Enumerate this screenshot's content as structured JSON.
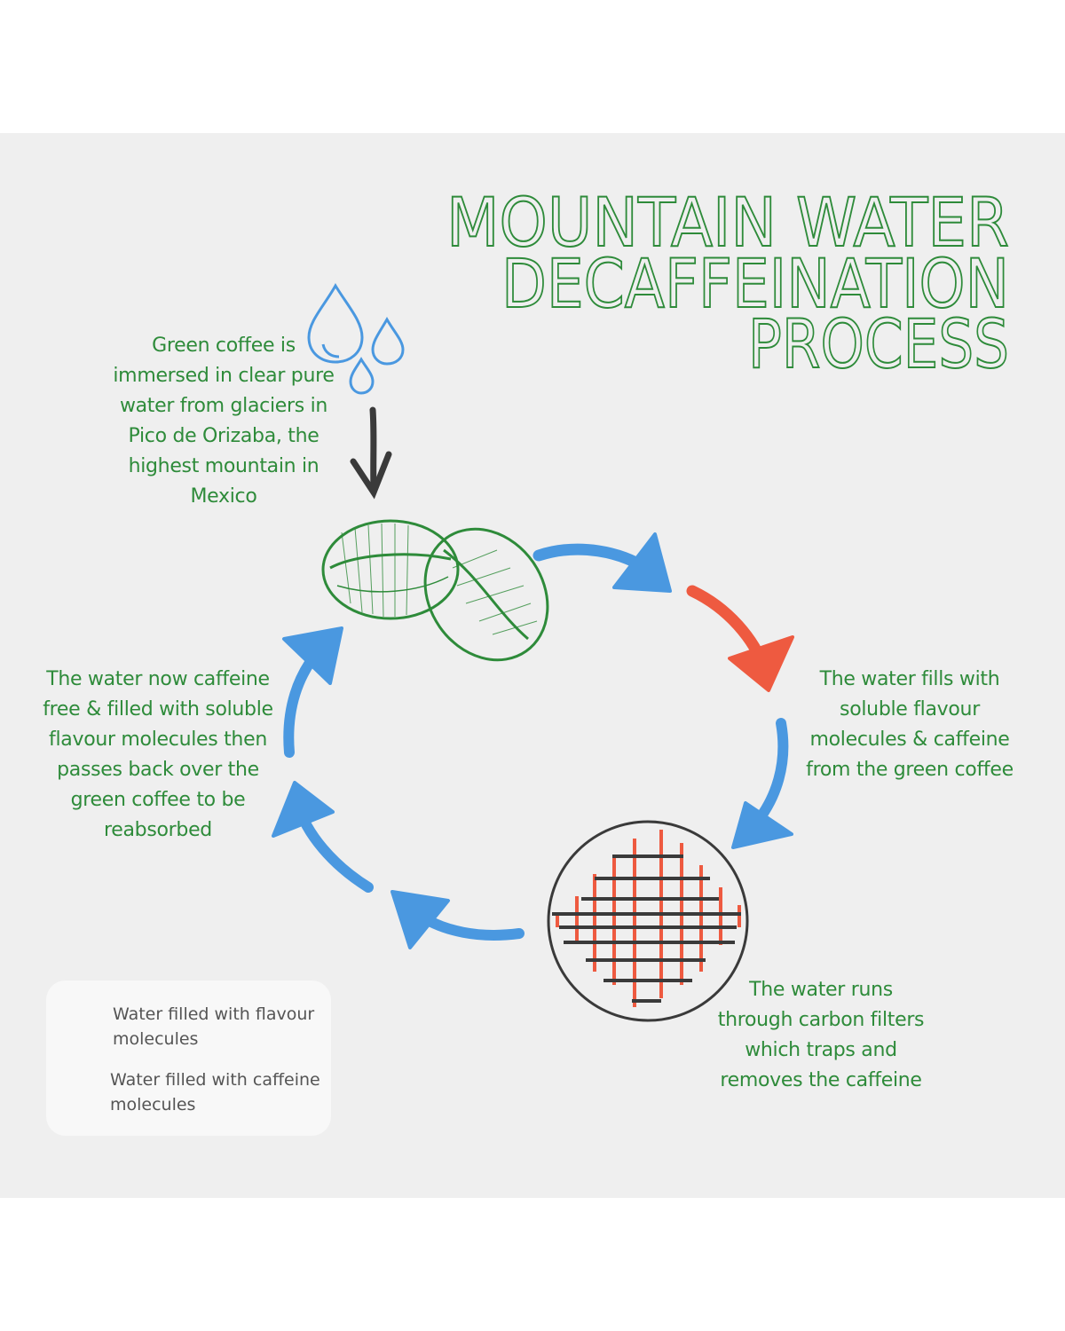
{
  "title": {
    "lines": [
      "MOUNTAIN WATER",
      "DECAFFEINATION",
      "PROCESS"
    ],
    "color": "#2e8b3a"
  },
  "steps": [
    {
      "text": "Green coffee is immersed in clear pure water from glaciers in Pico de Orizaba, the highest mountain in Mexico",
      "lines": [
        "Green coffee is",
        "immersed in clear pure",
        "water from glaciers in",
        "Pico de Orizaba, the",
        "highest mountain in",
        "Mexico"
      ]
    },
    {
      "lines": [
        "The water fills with",
        "soluble flavour",
        "molecules & caffeine",
        "from the green coffee"
      ]
    },
    {
      "lines": [
        "The water runs",
        "through carbon filters",
        "which traps and",
        "removes the caffeine"
      ]
    },
    {
      "lines": [
        "The water now caffeine",
        "free & filled with soluble",
        "flavour molecules then",
        "passes back over the",
        "green coffee to be",
        "reabsorbed"
      ]
    }
  ],
  "legend": [
    {
      "label": "Water filled with flavour molecules",
      "color": "#4a98e0"
    },
    {
      "label": "Water filled with caffeine molecules",
      "color": "#ee5a40"
    }
  ],
  "colors": {
    "text": "#2e8b3a",
    "flavour": "#4a98e0",
    "caffeine": "#ee5a40",
    "background": "#efefef"
  },
  "icons": [
    "water-drops-icon",
    "down-arrow-icon",
    "coffee-beans-icon",
    "carbon-filter-icon"
  ]
}
